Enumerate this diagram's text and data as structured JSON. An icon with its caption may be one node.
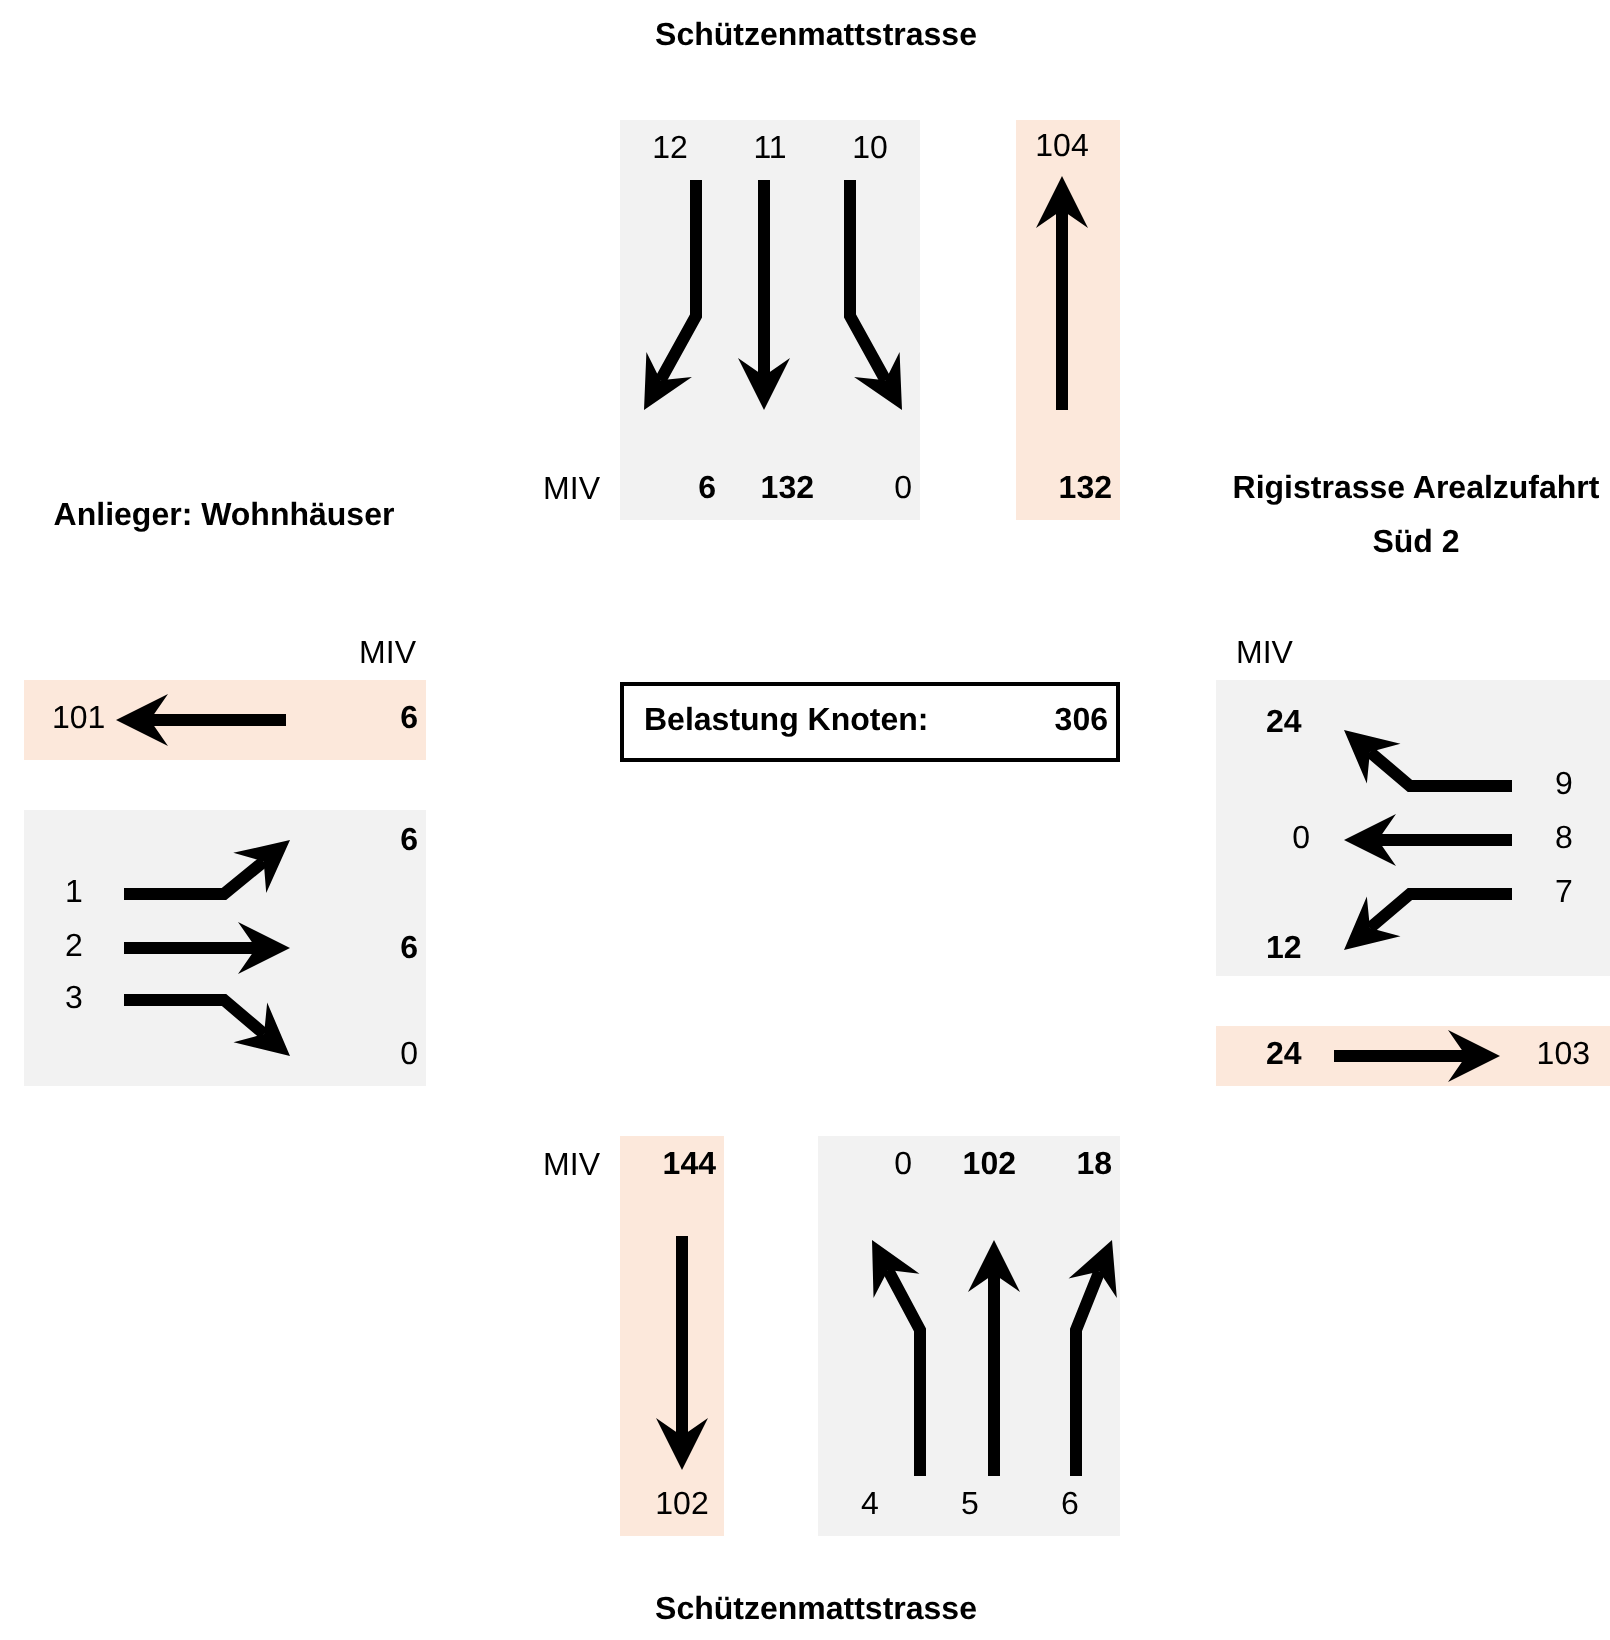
{
  "diagram": {
    "nodes": [
      {
        "text": [
          "12",
          "11",
          "10",
          "6",
          "132",
          "0"
        ]
      },
      {
        "text": [
          "104",
          "132"
        ]
      },
      {
        "text": [
          "101",
          "6"
        ]
      },
      {
        "text": [
          "6",
          "1",
          "2",
          "6",
          "3",
          "0"
        ]
      },
      {
        "text": [
          "Belastung Knoten:",
          "306"
        ]
      },
      {
        "text": [
          "24",
          "9",
          "0",
          "8",
          "7",
          "12"
        ]
      },
      {
        "text": [
          "24",
          "103"
        ]
      },
      {
        "text": [
          "144",
          "102"
        ]
      },
      {
        "text": [
          "0",
          "102",
          "18",
          "4",
          "5",
          "6"
        ]
      }
    ],
    "labels": [
      "Schützenmattstrasse",
      "MIV",
      "Anlieger: Wohnhäuser",
      "Rigistrasse Arealzufahrt Süd 2",
      "MIV",
      "MIV",
      "MIV",
      "Schützenmattstrasse"
    ]
  }
}
